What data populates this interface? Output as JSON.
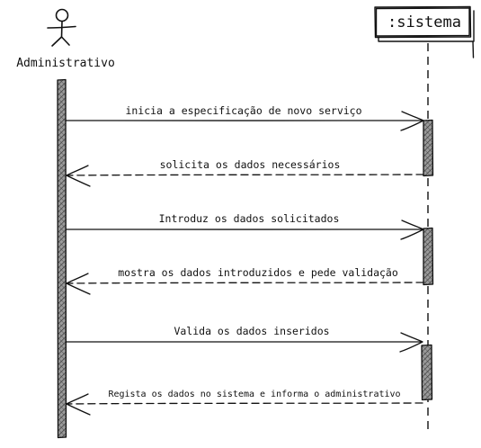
{
  "actor": {
    "name": "Administrativo"
  },
  "object": {
    "name": ":sistema"
  },
  "messages": [
    {
      "text": "inicia a especificação de novo serviço",
      "kind": "sync",
      "direction": "right"
    },
    {
      "text": "solicita os dados necessários",
      "kind": "reply",
      "direction": "left"
    },
    {
      "text": "Introduz os dados solicitados",
      "kind": "sync",
      "direction": "right"
    },
    {
      "text": "mostra os dados introduzidos e pede validação",
      "kind": "reply",
      "direction": "left"
    },
    {
      "text": "Valida os dados inseridos",
      "kind": "sync",
      "direction": "right"
    },
    {
      "text": "Regista os dados no sistema e informa o administrativo",
      "kind": "reply",
      "direction": "left"
    }
  ]
}
